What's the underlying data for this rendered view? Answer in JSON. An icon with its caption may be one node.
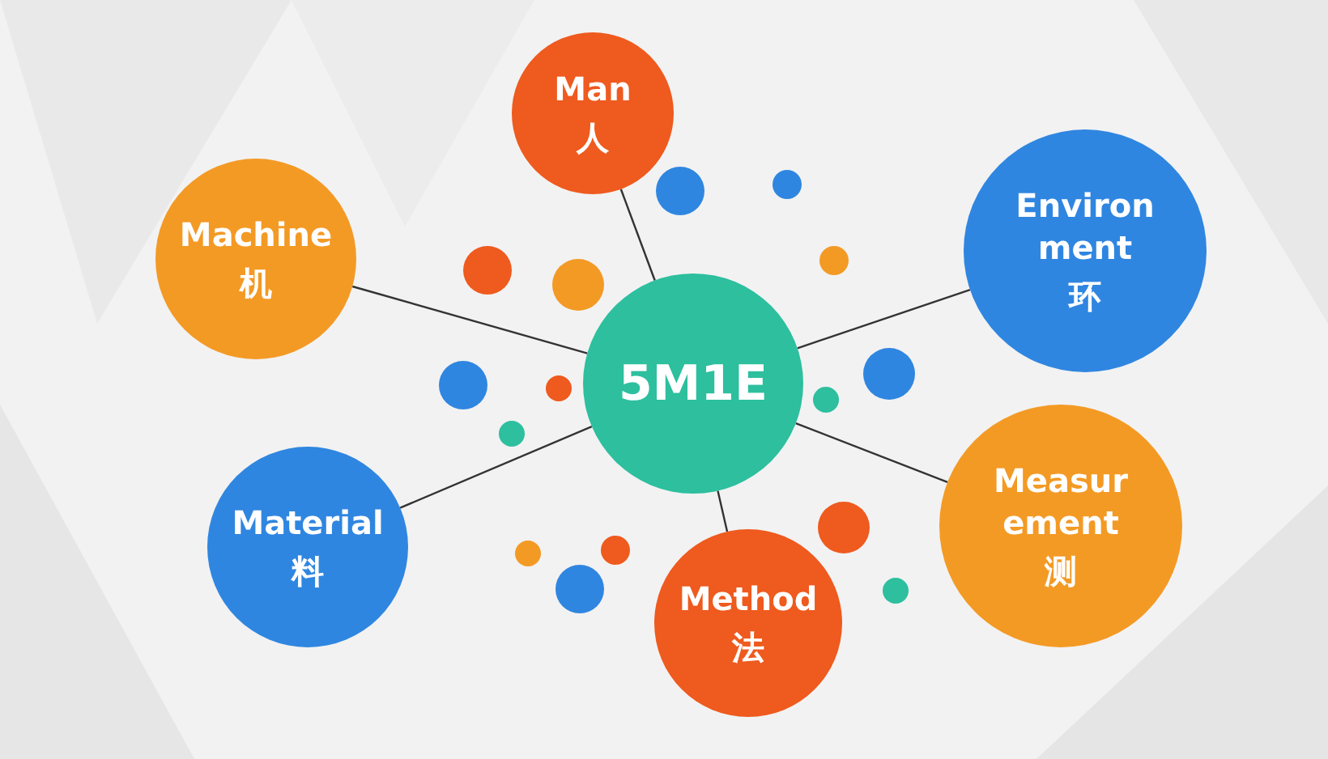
{
  "diagram": {
    "nodes": [
      {
        "text": [
          "5M1E"
        ]
      },
      {
        "text": [
          "Man",
          "人"
        ]
      },
      {
        "text": [
          "Machine",
          "机"
        ]
      },
      {
        "text": [
          "Environment",
          "环"
        ]
      },
      {
        "text": [
          "Material",
          "料"
        ]
      },
      {
        "text": [
          "Measurement",
          "测"
        ]
      },
      {
        "text": [
          "Method",
          "法"
        ]
      }
    ],
    "edges": [
      {
        "from": 0,
        "to": 1,
        "arrow": "none"
      },
      {
        "from": 0,
        "to": 2,
        "arrow": "none"
      },
      {
        "from": 0,
        "to": 3,
        "arrow": "none"
      },
      {
        "from": 0,
        "to": 4,
        "arrow": "none"
      },
      {
        "from": 0,
        "to": 5,
        "arrow": "none"
      },
      {
        "from": 0,
        "to": 6,
        "arrow": "none"
      }
    ]
  }
}
